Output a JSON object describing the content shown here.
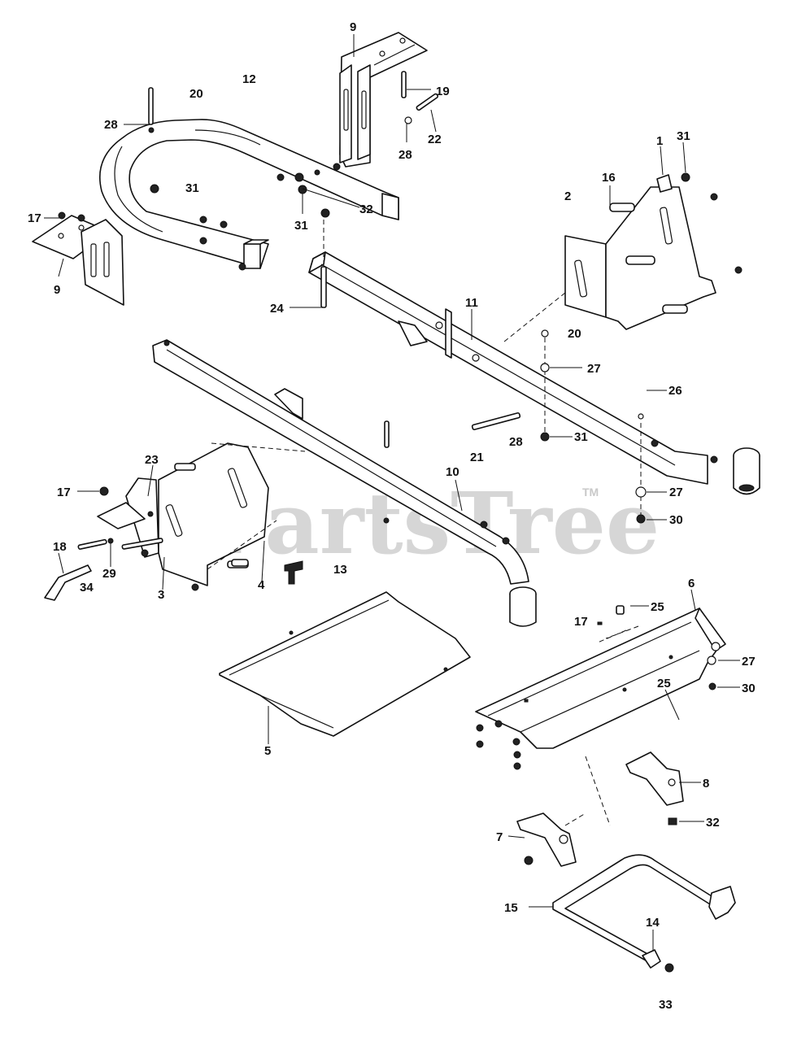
{
  "watermark": {
    "text": "PartsTree",
    "tm": "TM"
  },
  "callouts": [
    {
      "id": "c9a",
      "label": "9"
    },
    {
      "id": "c12",
      "label": "12"
    },
    {
      "id": "c20a",
      "label": "20"
    },
    {
      "id": "c19",
      "label": "19"
    },
    {
      "id": "c28a",
      "label": "28"
    },
    {
      "id": "c28b",
      "label": "28"
    },
    {
      "id": "c22",
      "label": "22"
    },
    {
      "id": "c1",
      "label": "1"
    },
    {
      "id": "c31a",
      "label": "31"
    },
    {
      "id": "c16",
      "label": "16"
    },
    {
      "id": "c2",
      "label": "2"
    },
    {
      "id": "c31b",
      "label": "31"
    },
    {
      "id": "c32a",
      "label": "32"
    },
    {
      "id": "c31c",
      "label": "31"
    },
    {
      "id": "c17a",
      "label": "17"
    },
    {
      "id": "c9b",
      "label": "9"
    },
    {
      "id": "c24",
      "label": "24"
    },
    {
      "id": "c11",
      "label": "11"
    },
    {
      "id": "c20b",
      "label": "20"
    },
    {
      "id": "c27a",
      "label": "27"
    },
    {
      "id": "c26",
      "label": "26"
    },
    {
      "id": "c28c",
      "label": "28"
    },
    {
      "id": "c31d",
      "label": "31"
    },
    {
      "id": "c21",
      "label": "21"
    },
    {
      "id": "c23",
      "label": "23"
    },
    {
      "id": "c17b",
      "label": "17"
    },
    {
      "id": "c10",
      "label": "10"
    },
    {
      "id": "c27b",
      "label": "27"
    },
    {
      "id": "c30a",
      "label": "30"
    },
    {
      "id": "c18",
      "label": "18"
    },
    {
      "id": "c29",
      "label": "29"
    },
    {
      "id": "c34",
      "label": "34"
    },
    {
      "id": "c3",
      "label": "3"
    },
    {
      "id": "c4",
      "label": "4"
    },
    {
      "id": "c13",
      "label": "13"
    },
    {
      "id": "c6",
      "label": "6"
    },
    {
      "id": "c25a",
      "label": "25"
    },
    {
      "id": "c17c",
      "label": "17"
    },
    {
      "id": "c27c",
      "label": "27"
    },
    {
      "id": "c30b",
      "label": "30"
    },
    {
      "id": "c25b",
      "label": "25"
    },
    {
      "id": "c5",
      "label": "5"
    },
    {
      "id": "c8",
      "label": "8"
    },
    {
      "id": "c32b",
      "label": "32"
    },
    {
      "id": "c7",
      "label": "7"
    },
    {
      "id": "c15",
      "label": "15"
    },
    {
      "id": "c14",
      "label": "14"
    },
    {
      "id": "c33",
      "label": "33"
    }
  ]
}
